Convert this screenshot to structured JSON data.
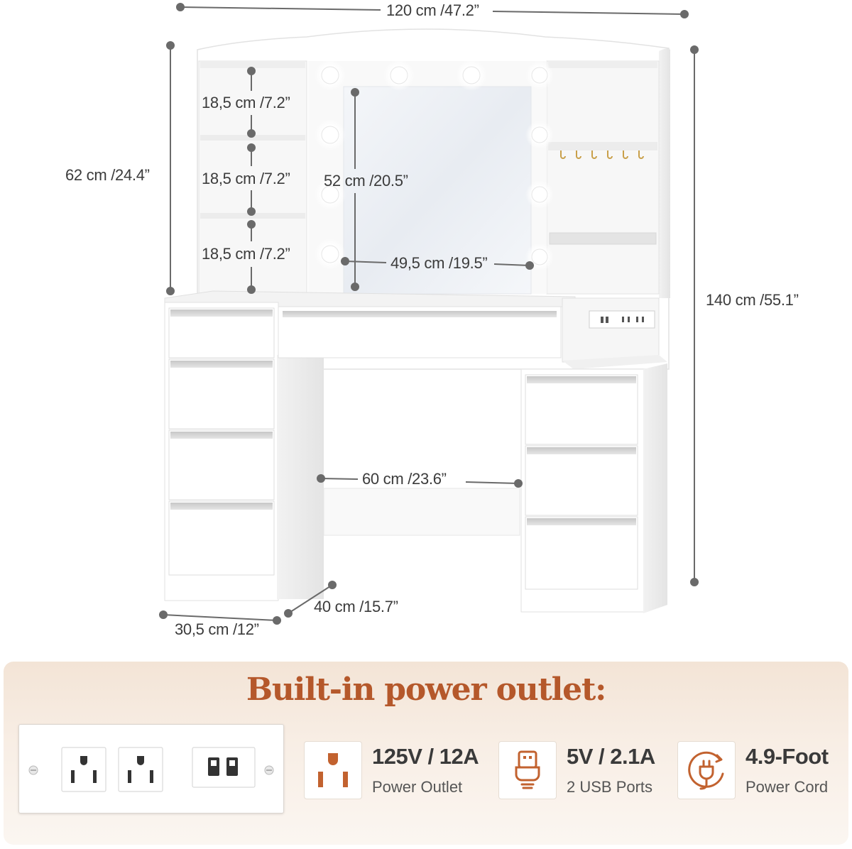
{
  "dimensions": {
    "total_width": "120 cm /47.2”",
    "hutch_height": "62 cm /24.4”",
    "total_height": "140 cm /55.1”",
    "shelf_top": "18,5 cm /7.2”",
    "shelf_middle": "18,5 cm /7.2”",
    "shelf_bottom": "18,5 cm /7.2”",
    "mirror_height": "52 cm /20.5”",
    "mirror_width": "49,5 cm /19.5”",
    "knee_space_width": "60 cm /23.6”",
    "depth": "40 cm /15.7”",
    "cabinet_width": "30,5 cm /12”"
  },
  "power_panel": {
    "title": "Built-in power outlet:",
    "features": [
      {
        "title": "125V / 12A",
        "subtitle": "Power Outlet",
        "icon": "ac-outlet-icon"
      },
      {
        "title": "5V / 2.1A",
        "subtitle": "2 USB Ports",
        "icon": "usb-plug-icon"
      },
      {
        "title": "4.9-Foot",
        "subtitle": "Power Cord",
        "icon": "power-cord-icon"
      }
    ]
  },
  "colors": {
    "accent": "#b5582b",
    "furniture_white": "#ffffff",
    "dimension_line": "#666666",
    "panel_background": "#f6e9dd"
  }
}
